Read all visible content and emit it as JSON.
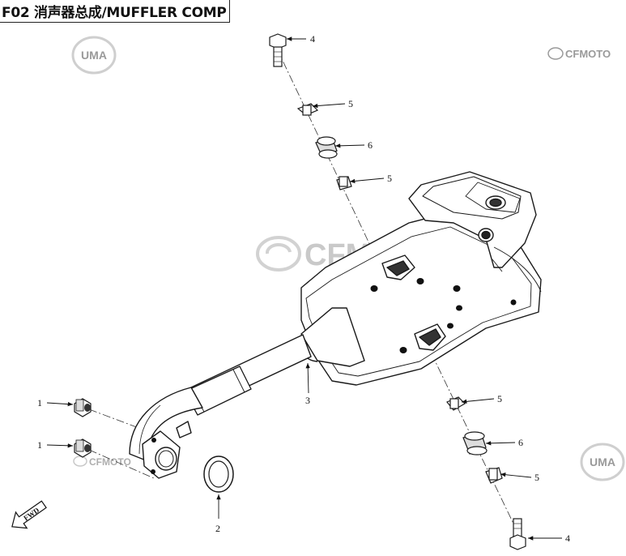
{
  "title": "F02 消声器总成/MUFFLER COMP",
  "brand": "CFMOTO",
  "uma_logo": "UMA",
  "fwd_label": "FWD",
  "callouts": [
    {
      "id": "c4_top",
      "label": "4"
    },
    {
      "id": "c5_a",
      "label": "5"
    },
    {
      "id": "c6_a",
      "label": "6"
    },
    {
      "id": "c5_b",
      "label": "5"
    },
    {
      "id": "c3",
      "label": "3"
    },
    {
      "id": "c1_a",
      "label": "1"
    },
    {
      "id": "c1_b",
      "label": "1"
    },
    {
      "id": "c2",
      "label": "2"
    },
    {
      "id": "c5_c",
      "label": "5"
    },
    {
      "id": "c6_b",
      "label": "6"
    },
    {
      "id": "c5_d",
      "label": "5"
    },
    {
      "id": "c4_bot",
      "label": "4"
    }
  ],
  "colors": {
    "line": "#1a1a1a",
    "watermark": "#bdbdbd"
  }
}
